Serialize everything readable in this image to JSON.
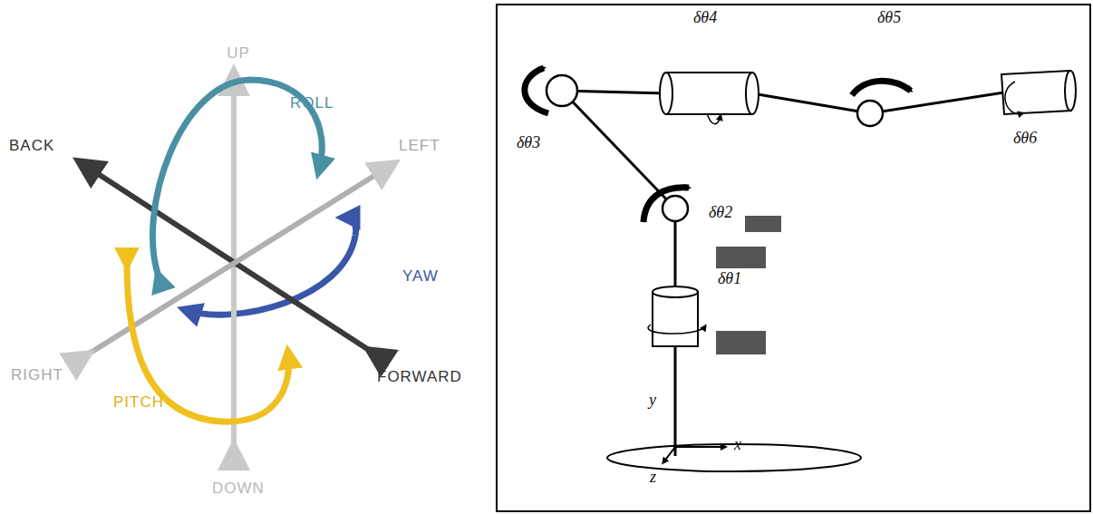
{
  "diagram": {
    "labels": [
      "UP",
      "ROLL",
      "BACK",
      "LEFT",
      "YAW",
      "RIGHT",
      "PITCH",
      "FORWARD",
      "DOWN",
      "δθ4",
      "δθ5",
      "δθ3",
      "δθ6",
      "δθ2",
      "δθ1",
      "y",
      "x",
      "z"
    ]
  }
}
